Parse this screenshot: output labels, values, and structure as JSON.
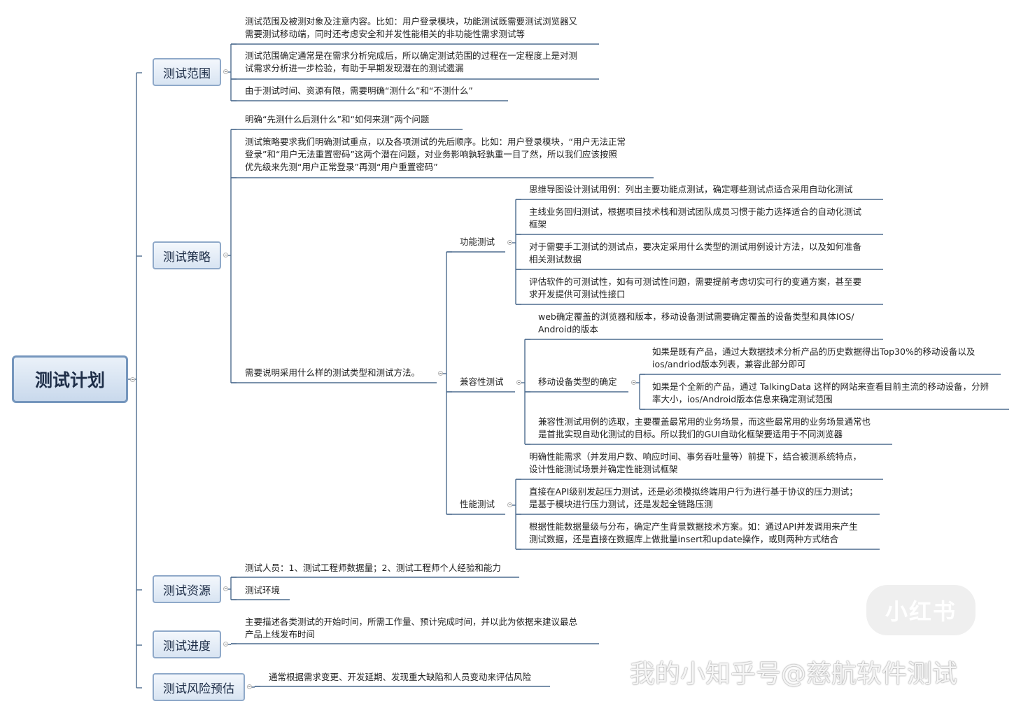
{
  "root": {
    "title": "测试计划"
  },
  "branches": {
    "scope": {
      "label": "测试范围",
      "items": [
        [
          "测试范围及被测对象及注意内容。比如：用户登录模块，功能测试既需要测试浏览器又",
          "需要测试移动端，同时还考虑安全和并发性能相关的非功能性需求测试等"
        ],
        [
          "测试范围确定通常是在需求分析完成后，所以确定测试范围的过程在一定程度上是对测",
          "试需求分析进一步检验，有助于早期发现潜在的测试遗漏"
        ],
        [
          "由于测试时间、资源有限，需要明确“测什么”和“不测什么”"
        ]
      ]
    },
    "strategy": {
      "label": "测试策略",
      "items": [
        [
          "明确“先测什么后测什么”和“如何来测”两个问题"
        ],
        [
          "测试策略要求我们明确测试重点，以及各项测试的先后顺序。比如：用户登录模块，“用户无法正常",
          "登录”和“用户无法重置密码”这两个潜在问题，对业务影响孰轻孰重一目了然，所以我们应该按照",
          "优先级来先测“用户正常登录”再测“用户重置密码”"
        ],
        [
          "需要说明采用什么样的测试类型和测试方法。"
        ]
      ],
      "types": {
        "functional": {
          "label": "功能测试",
          "items": [
            [
              "思维导图设计测试用例：列出主要功能点测试，确定哪些测试点适合采用自动化测试"
            ],
            [
              "主线业务回归测试，根据项目技术栈和测试团队成员习惯于能力选择适合的自动化测试",
              "框架"
            ],
            [
              "对于需要手工测试的测试点，要决定采用什么类型的测试用例设计方法，以及如何准备",
              "相关测试数据"
            ],
            [
              "评估软件的可测试性，如有可测试性问题，需要提前考虑切实可行的变通方案，甚至要",
              "求开发提供可测试性接口"
            ]
          ]
        },
        "compat": {
          "label": "兼容性测试",
          "items": [
            [
              "web确定覆盖的浏览器和版本，移动设备测试需要确定覆盖的设备类型和具体IOS/",
              "Android的版本"
            ],
            [
              "兼容性测试用例的选取，主要覆盖最常用的业务场景，而这些最常用的业务场景通常也",
              "是首批实现自动化测试的目标。所以我们的GUI自动化框架要适用于不同浏览器"
            ]
          ],
          "device": {
            "label": "移动设备类型的确定",
            "items": [
              [
                "如果是既有产品，通过大数据技术分析产品的历史数据得出Top30%的移动设备以及",
                "ios/andriod版本列表，兼容此部分即可"
              ],
              [
                "如果是个全新的产品，通过 TalkingData 这样的网站来查看目前主流的移动设备，分辨",
                "率大小，ios/Android版本信息来确定测试范围"
              ]
            ]
          }
        },
        "perf": {
          "label": "性能测试",
          "items": [
            [
              "明确性能需求（并发用户数、响应时间、事务吞吐量等）前提下，结合被测系统特点，",
              "设计性能测试场景并确定性能测试框架"
            ],
            [
              "直接在API级别发起压力测试，还是必须模拟终端用户行为进行基于协议的压力测试；",
              "是基于模块进行压力测试，还是发起全链路压测"
            ],
            [
              "根据性能数据量级与分布，确定产生背景数据技术方案。如：通过API并发调用来产生",
              "测试数据，还是直接在数据库上做批量insert和update操作，或则两种方式结合"
            ]
          ]
        }
      }
    },
    "resource": {
      "label": "测试资源",
      "items": [
        [
          "测试人员：1、测试工程师数据量；2、测试工程师个人经验和能力"
        ],
        [
          "测试环境"
        ]
      ]
    },
    "schedule": {
      "label": "测试进度",
      "items": [
        [
          "主要描述各类测试的开始时间，所需工作量、预计完成时间，并以此为依据来建议最总",
          "产品上线发布时间"
        ]
      ]
    },
    "risk": {
      "label": "测试风险预估",
      "items": [
        [
          "通常根据需求变更、开发延期、发现重大缺陷和人员变动来评估风险"
        ]
      ]
    }
  },
  "watermark": {
    "badge": "小红书",
    "text": "我的小知乎号@慈航软件测试"
  },
  "colors": {
    "line": "#4e6d8f",
    "node_border": "#8fa9c9",
    "root_border": "#7596bd"
  }
}
